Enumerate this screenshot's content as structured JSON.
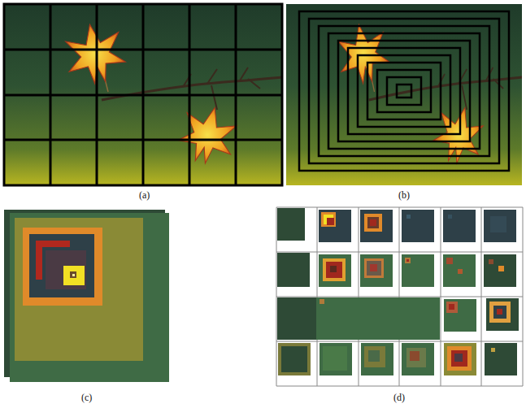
{
  "diagram": {
    "labels": [
      "(a)",
      "(b)",
      "(c)",
      "(d)"
    ]
  }
}
